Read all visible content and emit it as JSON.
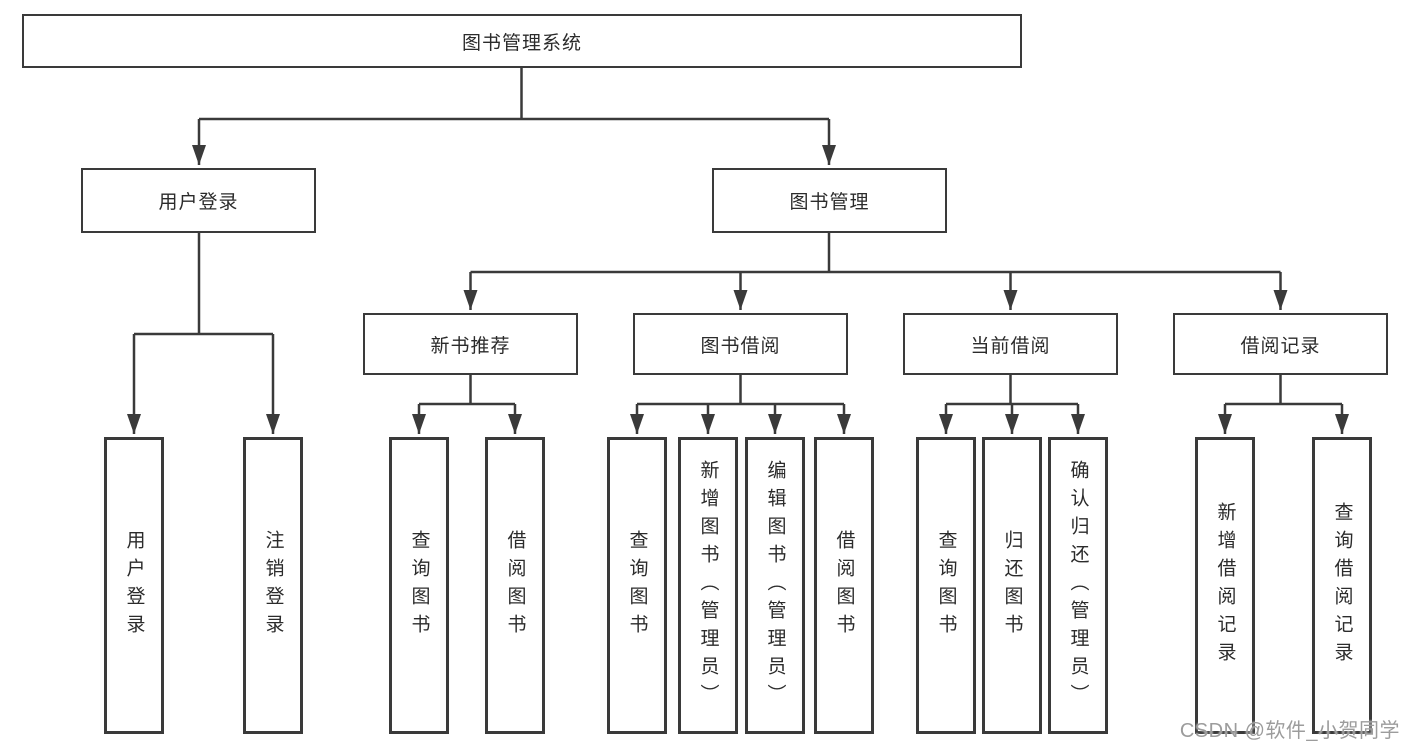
{
  "diagram": {
    "root": {
      "label": "图书管理系统"
    },
    "level2": {
      "user_login": {
        "label": "用户登录"
      },
      "book_mgmt": {
        "label": "图书管理"
      }
    },
    "level3": {
      "new_books": {
        "label": "新书推荐"
      },
      "borrowing": {
        "label": "图书借阅"
      },
      "current": {
        "label": "当前借阅"
      },
      "records": {
        "label": "借阅记录"
      }
    },
    "leaves": {
      "user_login": [
        "用户登录",
        "注销登录"
      ],
      "new_books": [
        "查询图书",
        "借阅图书"
      ],
      "borrowing": [
        "查询图书",
        "新增图书（管理员）",
        "编辑图书（管理员）",
        "借阅图书"
      ],
      "current": [
        "查询图书",
        "归还图书",
        "确认归还（管理员）"
      ],
      "records": [
        "新增借阅记录",
        "查询借阅记录"
      ]
    }
  },
  "watermark": {
    "text": "CSDN @软件_小贺同学"
  },
  "colors": {
    "line": "#3a3a3a",
    "border": "#3a3a3a",
    "text": "#2b2b2b",
    "background": "#ffffff",
    "watermark": "#9c9c9c"
  }
}
